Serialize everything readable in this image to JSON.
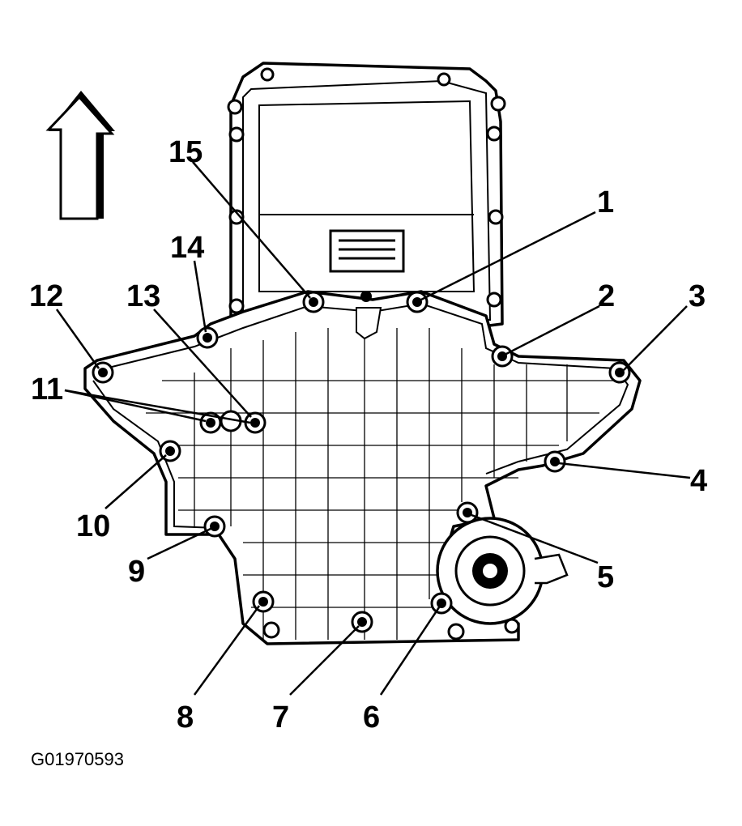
{
  "figure_id": "G01970593",
  "callouts": [
    "1",
    "2",
    "3",
    "4",
    "5",
    "6",
    "7",
    "8",
    "9",
    "10",
    "11",
    "12",
    "13",
    "14",
    "15"
  ],
  "icons": {
    "direction_arrow": "up-arrow-icon"
  },
  "colors": {
    "ink": "#000000",
    "paper": "#ffffff"
  }
}
